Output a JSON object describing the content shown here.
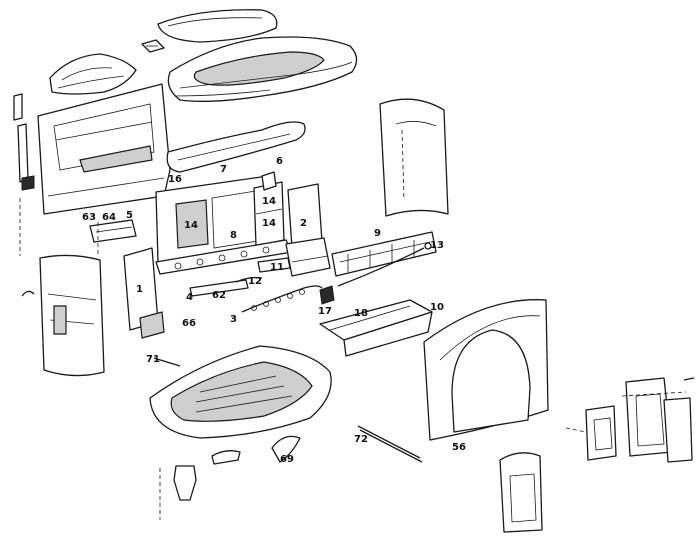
{
  "diagram": {
    "labels": {
      "p1": "1",
      "p2": "2",
      "p3": "3",
      "p4": "4",
      "p5": "5",
      "p6": "6",
      "p7": "7",
      "p8": "8",
      "p9": "9",
      "p10": "10",
      "p11": "11",
      "p12": "12",
      "p13": "13",
      "p14a": "14",
      "p14b": "14",
      "p14c": "14",
      "p16": "16",
      "p17": "17",
      "p18": "18",
      "p56": "56",
      "p62": "62",
      "p63": "63",
      "p64": "64",
      "p66": "66",
      "p69": "69",
      "p71": "71",
      "p72": "72"
    }
  }
}
